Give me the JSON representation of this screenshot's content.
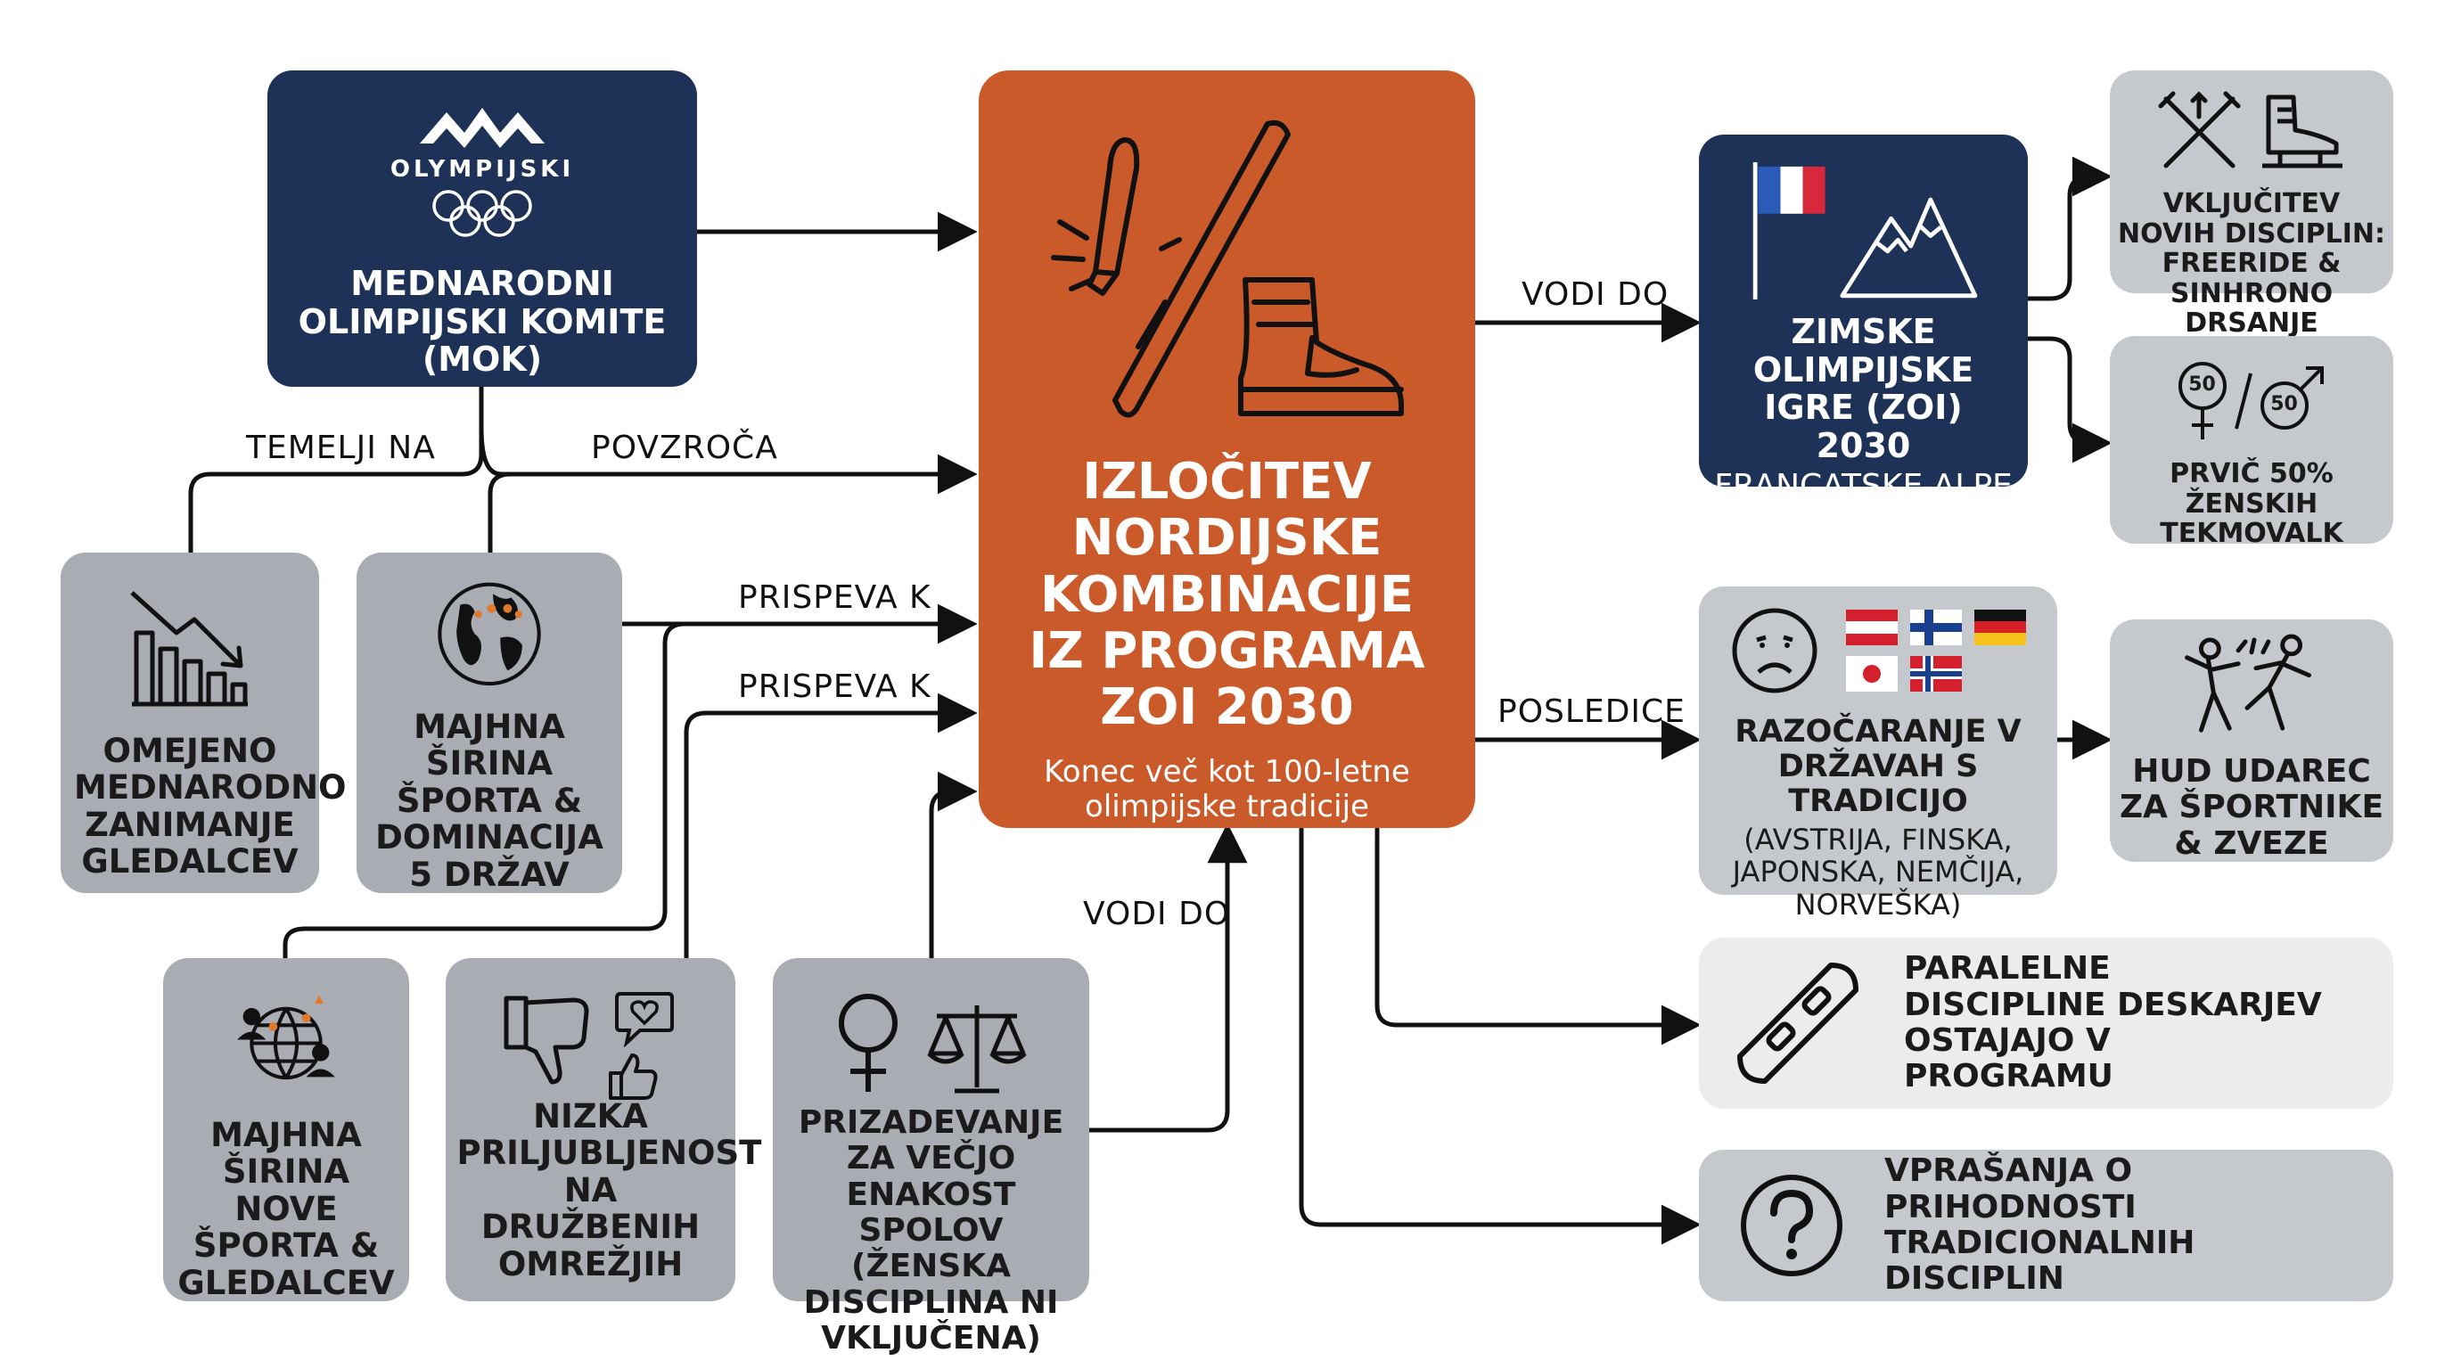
{
  "mok": {
    "logo_text": "OLYMPIJSKI",
    "label": "MEDNARODNI OLIMPIJSKI KOMITE (MOK)"
  },
  "center": {
    "title": "IZLOČITEV NORDIJSKE KOMBINACIJE IZ PROGRAMA ZOI 2030",
    "subtitle": "Konec več kot 100-letne olimpijske tradicije"
  },
  "causes": {
    "viewers": "OMEJENO MEDNARODNO ZANIMANJE GLEDALCEV",
    "breadth": "MAJHNA ŠIRINA ŠPORTA & DOMINACIJA 5 DRŽAV",
    "new_breadth": "MAJHNA ŠIRINA NOVE ŠPORTA & GLEDALCEV",
    "social": "NIZKA PRILJUBLJENOST NA DRUŽBENIH OMREŽJIH",
    "gender": "PRIZADEVANJE ZA VEČJO ENAKOST SPOLOV (ŽENSKA DISCIPLINA NI VKLJUČENA)"
  },
  "connectors": {
    "temelji_na": "TEMELJI NA",
    "povzroca": "POVZROČA",
    "prispeva_k_1": "PRISPEVA K",
    "prispeva_k_2": "PRISPEVA K",
    "vodi_do_bottom": "VODI DO",
    "vodi_do_right": "VODI DO",
    "posledice": "POSLEDICE"
  },
  "zoi": {
    "title": "ZIMSKE OLIMPIJSKE IGRE (ZOI) 2030",
    "location": "FRANCATSKE ALPE"
  },
  "new_disciplines": {
    "label": "VKLJUČITEV NOVIH DISCIPLIN: FREERIDE & SINHRONO DRSANJE"
  },
  "women": {
    "badge_left": "50",
    "badge_right": "50",
    "label": "PRVIČ 50% ŽENSKIH TEKMOVALK"
  },
  "disappointment": {
    "title": "RAZOČARANJE V DRŽAVAH S TRADICIJO",
    "countries": "(AVSTRIJA, FINSKA, JAPONSKA, NEMČIJA, NORVEŠKA)"
  },
  "impact": {
    "label": "HUD UDAREC ZA ŠPORTNIKE & ZVEZE"
  },
  "snowboard": {
    "label": "PARALELNE DISCIPLINE DESKARJEV OSTAJAJO V PROGRAMU"
  },
  "future": {
    "label": "VPRAŠANJA O PRIHODNOSTI TRADICIONALNIH DISCIPLIN"
  },
  "colors": {
    "navy": "#1e3157",
    "orange": "#cb5a2b",
    "gray": "#a9acb3",
    "light_gray": "#c5c8cd",
    "very_light_gray": "#ececec"
  },
  "icons": {
    "mok": [
      "mountain-logo-icon",
      "olympic-rings-icon"
    ],
    "center": [
      "broken-ski-icon",
      "ski-boot-icon"
    ],
    "viewers": "declining-bar-chart-icon",
    "breadth": "globe-icon",
    "new_breadth": "globe-people-icon",
    "social": [
      "thumbs-down-icon",
      "heart-comment-icon",
      "thumbs-up-icon"
    ],
    "gender": [
      "female-symbol-icon",
      "scales-icon"
    ],
    "zoi": [
      "french-flag-icon",
      "mountain-icon"
    ],
    "new_disciplines": [
      "crossed-skis-icon",
      "ice-skate-icon"
    ],
    "women": [
      "female-symbol-icon",
      "male-symbol-icon"
    ],
    "disappointment": [
      "sad-face-icon",
      "austria-flag-icon",
      "finland-flag-icon",
      "germany-flag-icon",
      "japan-flag-icon",
      "norway-flag-icon"
    ],
    "impact": "athletes-collision-icon",
    "snowboard": "snowboard-icon",
    "future": "question-mark-icon"
  }
}
